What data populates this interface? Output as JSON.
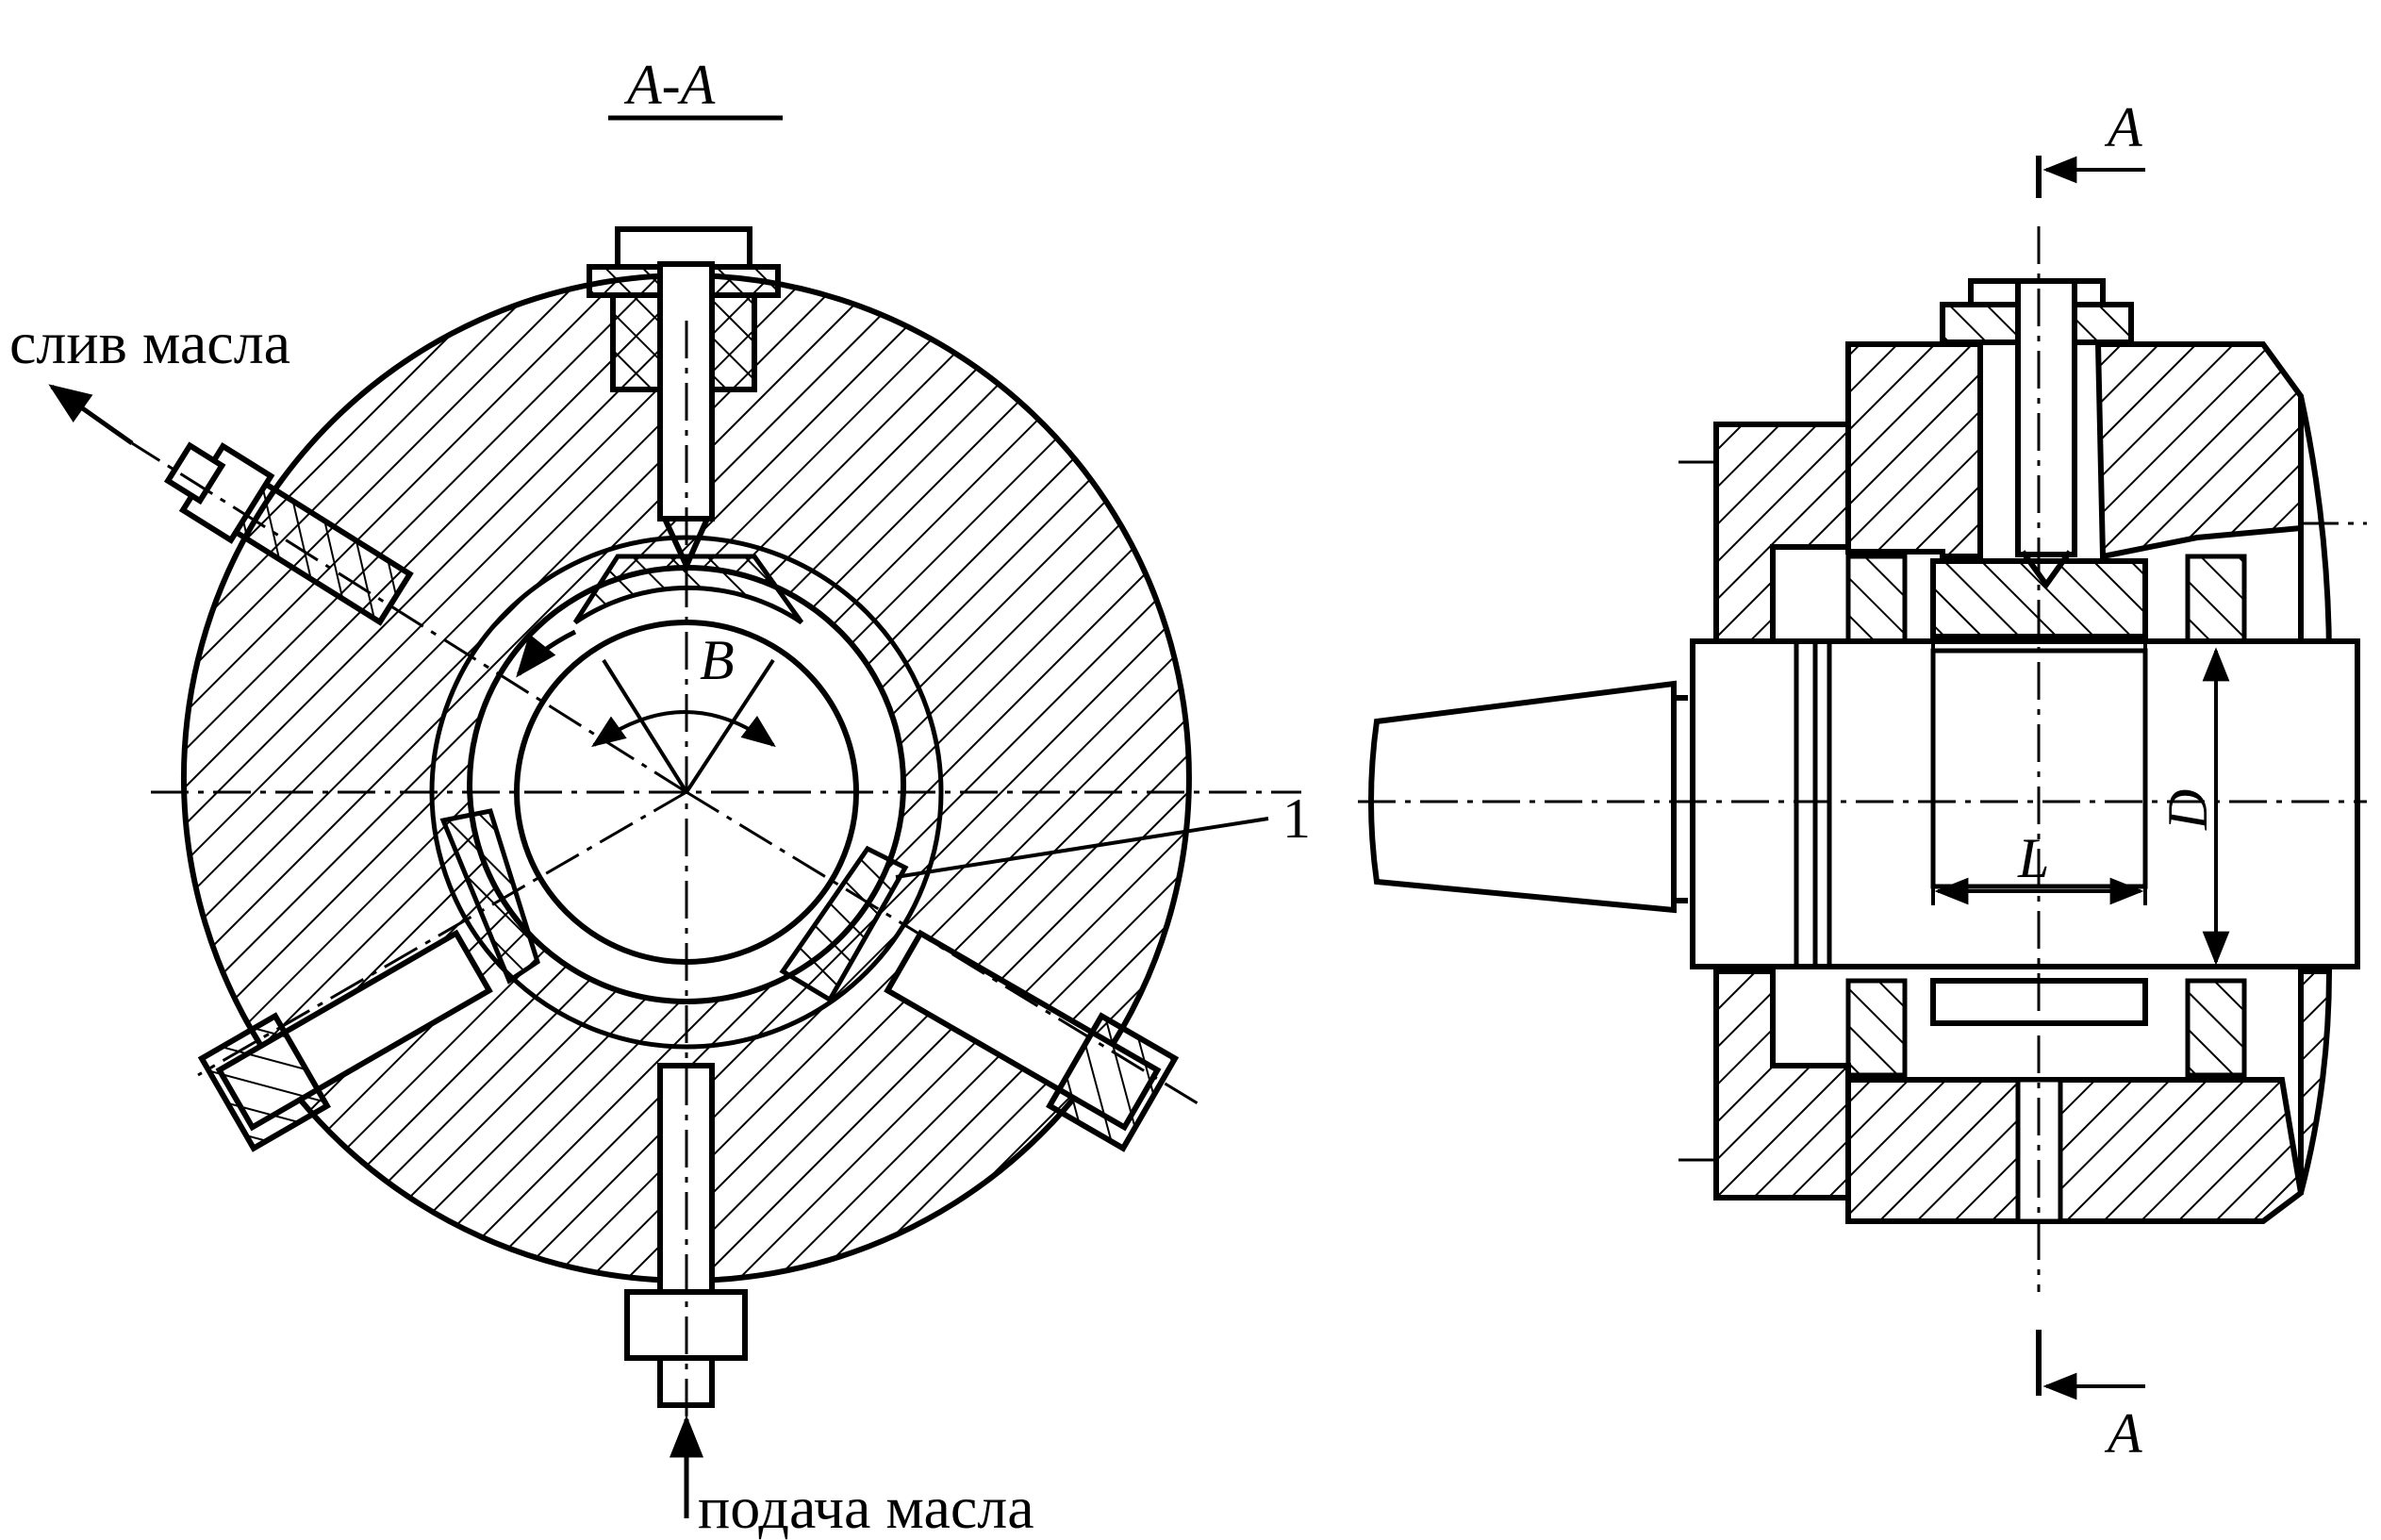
{
  "section_title": "A-A",
  "labels": {
    "oil_drain": "слив масла",
    "oil_supply": "подача масла",
    "angle": "B",
    "callout_number": "1",
    "length": "L",
    "diameter": "D",
    "section_mark_top": "A",
    "section_mark_bottom": "A"
  },
  "colors": {
    "line": "#000000",
    "background": "#ffffff"
  }
}
